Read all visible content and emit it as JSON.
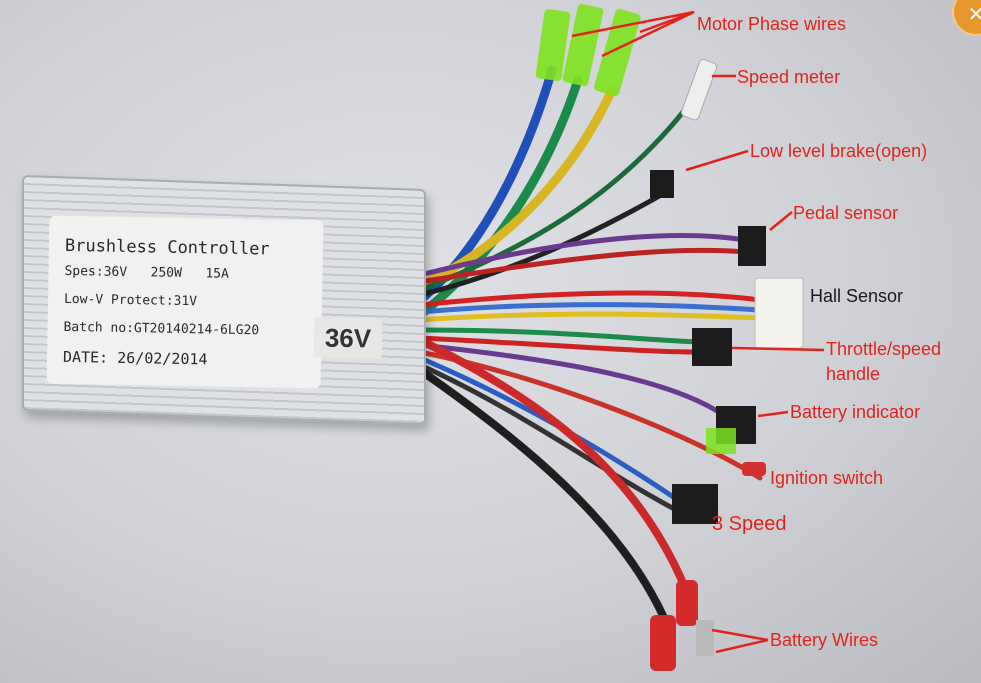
{
  "controller_label": {
    "title": "Brushless Controller",
    "specs": "Spes:36V   250W   15A",
    "low_v": "Low-V Protect:31V",
    "batch": "Batch no:GT20140214-6LG20",
    "date": "DATE: 26/02/2014",
    "voltage_tag": "36V"
  },
  "annotations": {
    "motor_phase": "Motor Phase wires",
    "speed_meter": "Speed meter",
    "brake": "Low level brake(open)",
    "pedal": "Pedal sensor",
    "hall": "Hall Sensor",
    "throttle_1": "Throttle/speed",
    "throttle_2": "handle",
    "battery_indicator": "Battery indicator",
    "ignition": "Ignition switch",
    "three_speed": "3 Speed",
    "battery_wires": "Battery Wires"
  },
  "colors": {
    "annotation": "#e3231b",
    "background": "#cfd1d6"
  },
  "watermark_logo": "X"
}
